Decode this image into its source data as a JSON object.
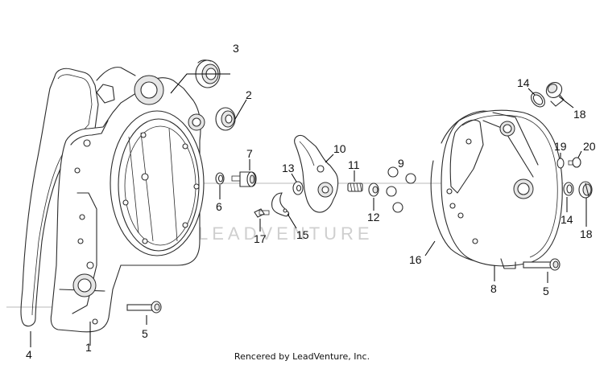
{
  "watermark": "LEADVENTURE",
  "credit": "Rencered by LeadVenture, Inc.",
  "callouts": [
    "1",
    "2",
    "3",
    "4",
    "5",
    "5",
    "6",
    "7",
    "8",
    "9",
    "10",
    "11",
    "12",
    "13",
    "14",
    "14",
    "15",
    "16",
    "17",
    "18",
    "18",
    "19",
    "20"
  ]
}
